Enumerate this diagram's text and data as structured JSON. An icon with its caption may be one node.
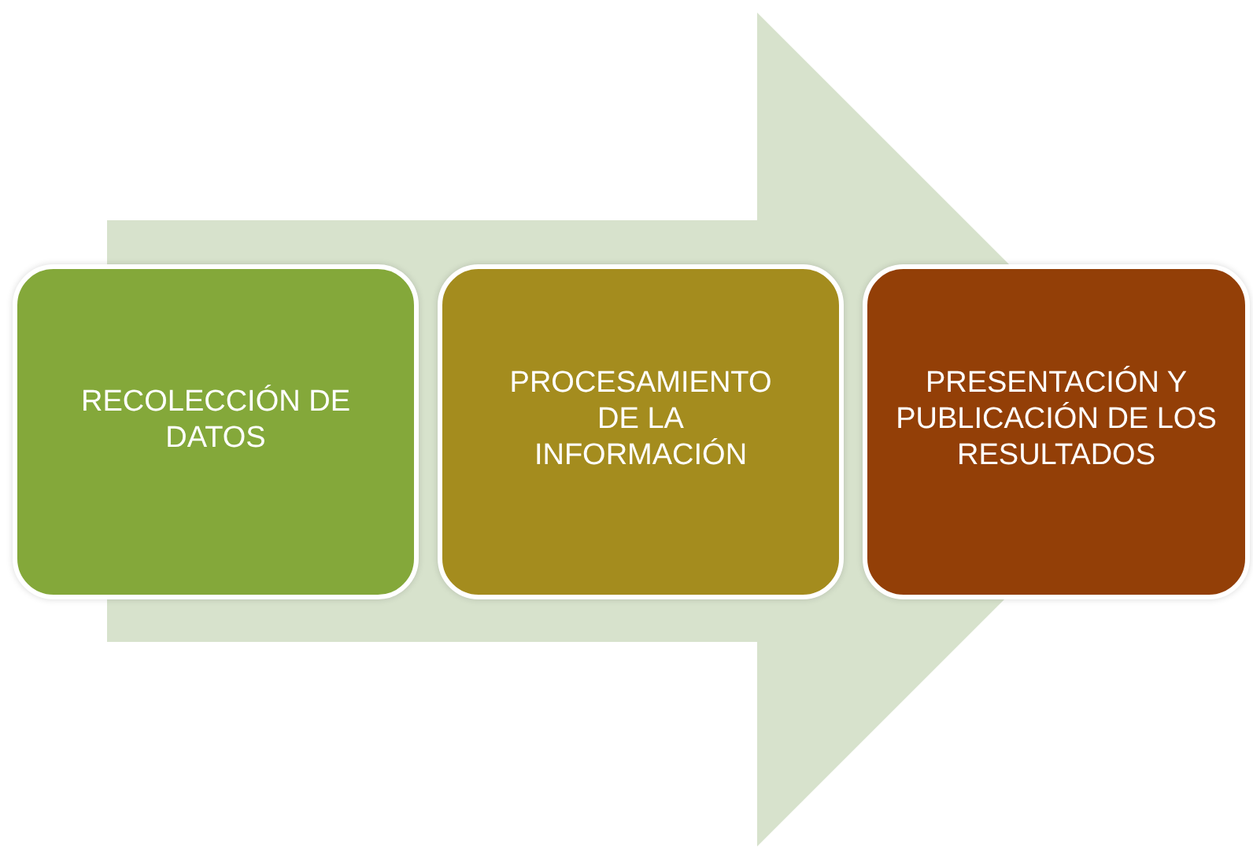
{
  "diagram": {
    "nodes": [
      {
        "text": [
          "RECOLECCIÓN DE DATOS"
        ]
      },
      {
        "text": [
          "PROCESAMIENTO DE LA INFORMACIÓN"
        ]
      },
      {
        "text": [
          "PRESENTACIÓN Y PUBLICACIÓN DE LOS RESULTADOS"
        ]
      }
    ],
    "edges": [
      {
        "from": 0,
        "to": 2,
        "arrow": "to"
      }
    ]
  }
}
